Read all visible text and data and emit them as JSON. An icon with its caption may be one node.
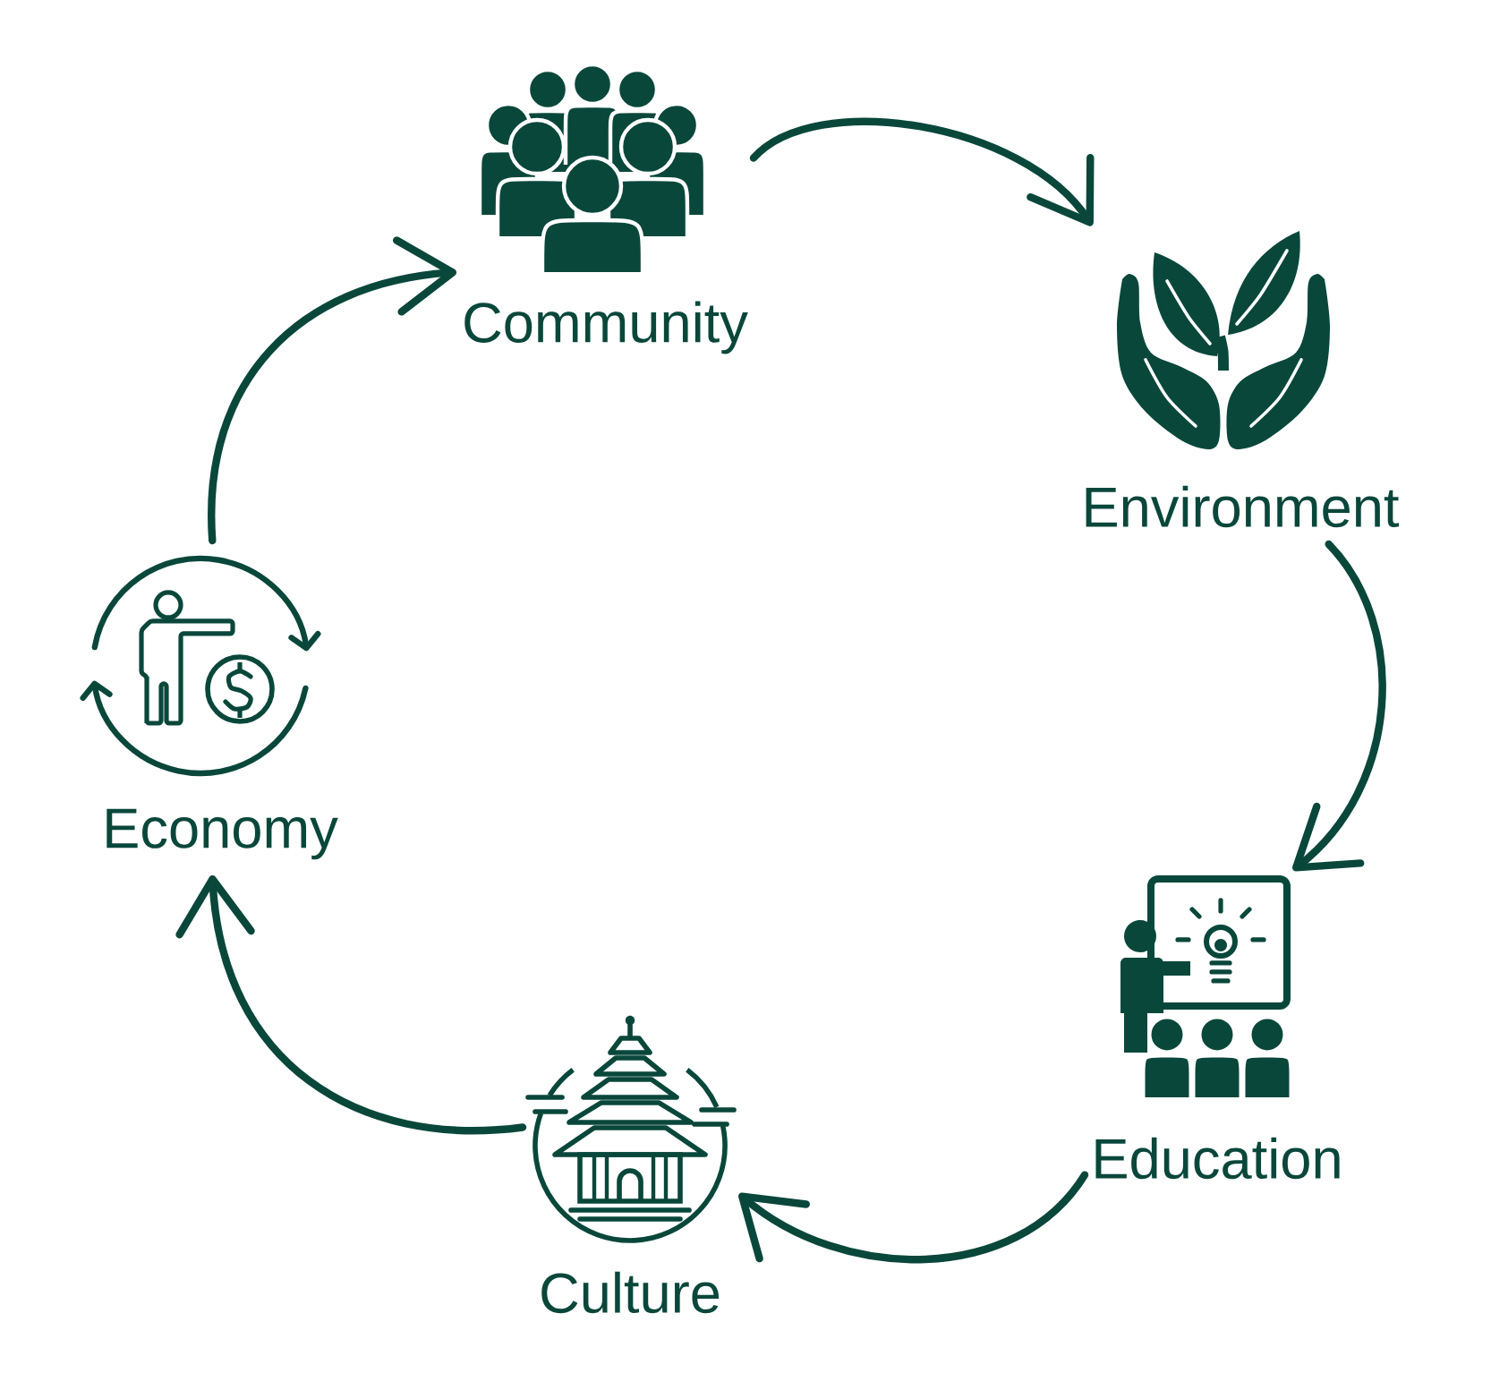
{
  "diagram": {
    "nodes": [
      {
        "text": [
          "Community"
        ]
      },
      {
        "text": [
          "Environment"
        ]
      },
      {
        "text": [
          "Education"
        ]
      },
      {
        "text": [
          "Culture"
        ]
      },
      {
        "text": [
          "Economy"
        ]
      }
    ],
    "edges": [
      {
        "from": 0,
        "to": 1,
        "arrow": "to"
      },
      {
        "from": 1,
        "to": 2,
        "arrow": "to"
      },
      {
        "from": 2,
        "to": 3,
        "arrow": "to"
      },
      {
        "from": 3,
        "to": 4,
        "arrow": "to"
      },
      {
        "from": 4,
        "to": 0,
        "arrow": "to"
      }
    ]
  }
}
